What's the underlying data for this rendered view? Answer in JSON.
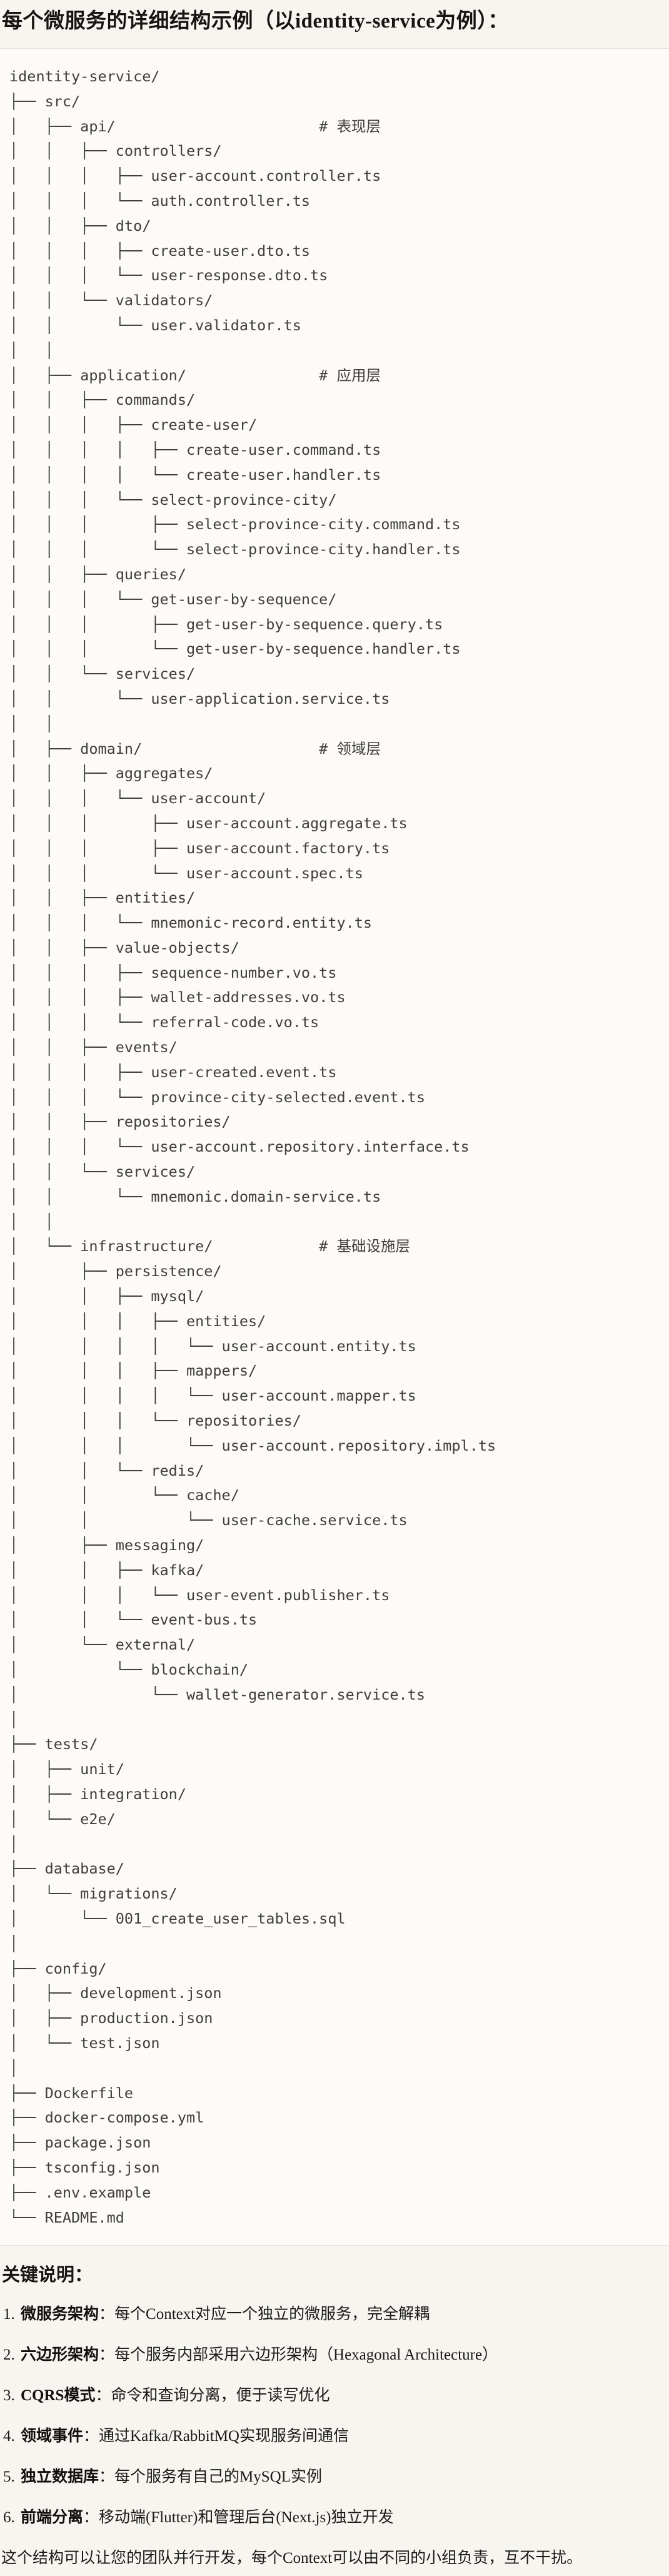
{
  "page": {
    "title": "每个微服务的详细结构示例（以identity-service为例）："
  },
  "code_block": {
    "language": "plaintext",
    "lines": [
      "identity-service/",
      "├── src/",
      "│   ├── api/                       # 表现层",
      "│   │   ├── controllers/",
      "│   │   │   ├── user-account.controller.ts",
      "│   │   │   └── auth.controller.ts",
      "│   │   ├── dto/",
      "│   │   │   ├── create-user.dto.ts",
      "│   │   │   └── user-response.dto.ts",
      "│   │   └── validators/",
      "│   │       └── user.validator.ts",
      "│   │",
      "│   ├── application/               # 应用层",
      "│   │   ├── commands/",
      "│   │   │   ├── create-user/",
      "│   │   │   │   ├── create-user.command.ts",
      "│   │   │   │   └── create-user.handler.ts",
      "│   │   │   └── select-province-city/",
      "│   │   │       ├── select-province-city.command.ts",
      "│   │   │       └── select-province-city.handler.ts",
      "│   │   ├── queries/",
      "│   │   │   └── get-user-by-sequence/",
      "│   │   │       ├── get-user-by-sequence.query.ts",
      "│   │   │       └── get-user-by-sequence.handler.ts",
      "│   │   └── services/",
      "│   │       └── user-application.service.ts",
      "│   │",
      "│   ├── domain/                    # 领域层",
      "│   │   ├── aggregates/",
      "│   │   │   └── user-account/",
      "│   │   │       ├── user-account.aggregate.ts",
      "│   │   │       ├── user-account.factory.ts",
      "│   │   │       └── user-account.spec.ts",
      "│   │   ├── entities/",
      "│   │   │   └── mnemonic-record.entity.ts",
      "│   │   ├── value-objects/",
      "│   │   │   ├── sequence-number.vo.ts",
      "│   │   │   ├── wallet-addresses.vo.ts",
      "│   │   │   └── referral-code.vo.ts",
      "│   │   ├── events/",
      "│   │   │   ├── user-created.event.ts",
      "│   │   │   └── province-city-selected.event.ts",
      "│   │   ├── repositories/",
      "│   │   │   └── user-account.repository.interface.ts",
      "│   │   └── services/",
      "│   │       └── mnemonic.domain-service.ts",
      "│   │",
      "│   └── infrastructure/            # 基础设施层",
      "│       ├── persistence/",
      "│       │   ├── mysql/",
      "│       │   │   ├── entities/",
      "│       │   │   │   └── user-account.entity.ts",
      "│       │   │   ├── mappers/",
      "│       │   │   │   └── user-account.mapper.ts",
      "│       │   │   └── repositories/",
      "│       │   │       └── user-account.repository.impl.ts",
      "│       │   └── redis/",
      "│       │       └── cache/",
      "│       │           └── user-cache.service.ts",
      "│       ├── messaging/",
      "│       │   ├── kafka/",
      "│       │   │   └── user-event.publisher.ts",
      "│       │   └── event-bus.ts",
      "│       └── external/",
      "│           └── blockchain/",
      "│               └── wallet-generator.service.ts",
      "│",
      "├── tests/",
      "│   ├── unit/",
      "│   ├── integration/",
      "│   └── e2e/",
      "│",
      "├── database/",
      "│   └── migrations/",
      "│       └── 001_create_user_tables.sql",
      "│",
      "├── config/",
      "│   ├── development.json",
      "│   ├── production.json",
      "│   └── test.json",
      "│",
      "├── Dockerfile",
      "├── docker-compose.yml",
      "├── package.json",
      "├── tsconfig.json",
      "├── .env.example",
      "└── README.md"
    ]
  },
  "notes": {
    "heading": "关键说明：",
    "items": [
      {
        "num": "1.",
        "label": "微服务架构",
        "desc": "：每个Context对应一个独立的微服务，完全解耦"
      },
      {
        "num": "2.",
        "label": "六边形架构",
        "desc": "：每个服务内部采用六边形架构（Hexagonal Architecture）"
      },
      {
        "num": "3.",
        "label": "CQRS模式",
        "desc": "：命令和查询分离，便于读写优化"
      },
      {
        "num": "4.",
        "label": "领域事件",
        "desc": "：通过Kafka/RabbitMQ实现服务间通信"
      },
      {
        "num": "5.",
        "label": "独立数据库",
        "desc": "：每个服务有自己的MySQL实例"
      },
      {
        "num": "6.",
        "label": "前端分离",
        "desc": "：移动端(Flutter)和管理后台(Next.js)独立开发"
      }
    ],
    "footer": "这个结构可以让您的团队并行开发，每个Context可以由不同的小组负责，互不干扰。"
  },
  "colors": {
    "page_bg": "#f7f5f0",
    "code_bg": "#fcfbf8",
    "border": "#e5e3de",
    "code_text": "#3f3e3a",
    "text": "#1b1a17"
  }
}
